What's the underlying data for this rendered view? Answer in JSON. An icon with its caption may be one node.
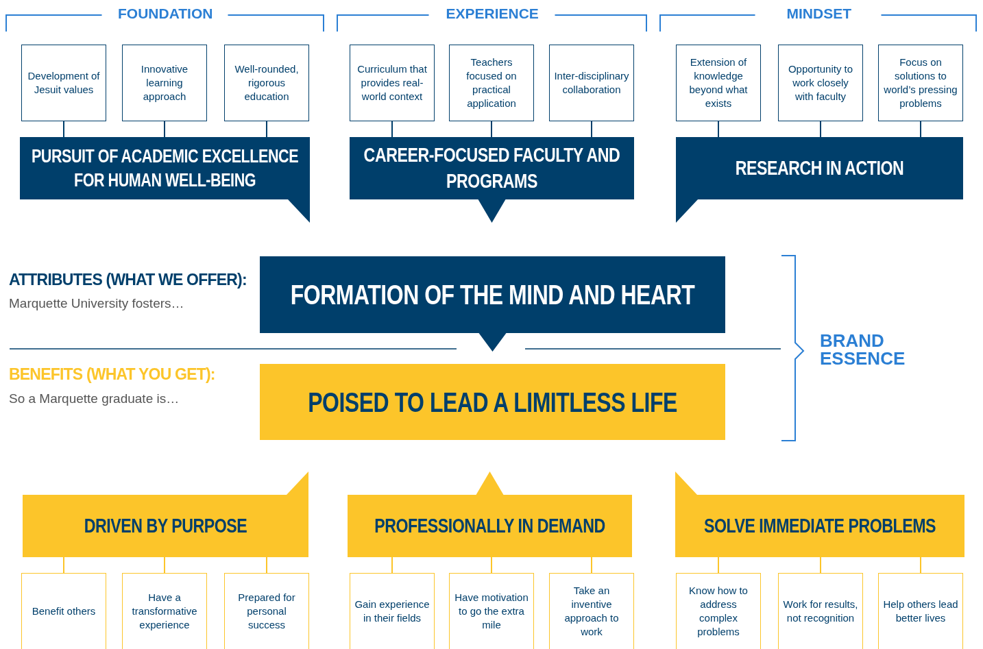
{
  "diagram": {
    "nodes": [
      {
        "text": [
          "Development of Jesuit values"
        ]
      },
      {
        "text": [
          "Innovative learning approach"
        ]
      },
      {
        "text": [
          "Well-rounded, rigorous education"
        ]
      },
      {
        "text": [
          "PURSUIT OF ACADEMIC EXCELLENCE FOR HUMAN WELL-BEING"
        ]
      },
      {
        "text": [
          "Curriculum that provides real-world context"
        ]
      },
      {
        "text": [
          "Teachers focused on practical application"
        ]
      },
      {
        "text": [
          "Inter-disciplinary collaboration"
        ]
      },
      {
        "text": [
          "CAREER-FOCUSED FACULTY AND PROGRAMS"
        ]
      },
      {
        "text": [
          "Extension of knowledge beyond what exists"
        ]
      },
      {
        "text": [
          "Opportunity to work closely with faculty"
        ]
      },
      {
        "text": [
          "Focus on solutions to world’s pressing problems"
        ]
      },
      {
        "text": [
          "RESEARCH IN ACTION"
        ]
      },
      {
        "text": [
          "FORMATION OF THE MIND AND HEART"
        ]
      },
      {
        "text": [
          "POISED TO LEAD A LIMITLESS LIFE"
        ]
      },
      {
        "text": [
          "DRIVEN BY PURPOSE"
        ]
      },
      {
        "text": [
          "Benefit others"
        ]
      },
      {
        "text": [
          "Have a transformative experience"
        ]
      },
      {
        "text": [
          "Prepared for personal success"
        ]
      },
      {
        "text": [
          "PROFESSIONALLY IN DEMAND"
        ]
      },
      {
        "text": [
          "Gain experience in their fields"
        ]
      },
      {
        "text": [
          "Have motivation to go the extra mile"
        ]
      },
      {
        "text": [
          "Take an inventive approach to work"
        ]
      },
      {
        "text": [
          "SOLVE IMMEDIATE PROBLEMS"
        ]
      },
      {
        "text": [
          "Know how to address complex problems"
        ]
      },
      {
        "text": [
          "Work for results, not recognition"
        ]
      },
      {
        "text": [
          "Help others lead better lives"
        ]
      }
    ],
    "edges": [
      {
        "from": 0,
        "to": 3,
        "arrow": "none"
      },
      {
        "from": 1,
        "to": 3,
        "arrow": "none"
      },
      {
        "from": 2,
        "to": 3,
        "arrow": "none"
      },
      {
        "from": 4,
        "to": 7,
        "arrow": "none"
      },
      {
        "from": 5,
        "to": 7,
        "arrow": "none"
      },
      {
        "from": 6,
        "to": 7,
        "arrow": "none"
      },
      {
        "from": 8,
        "to": 11,
        "arrow": "none"
      },
      {
        "from": 9,
        "to": 11,
        "arrow": "none"
      },
      {
        "from": 10,
        "to": 11,
        "arrow": "none"
      },
      {
        "from": 14,
        "to": 15,
        "arrow": "none",
        "color": "#fcc52a"
      },
      {
        "from": 14,
        "to": 16,
        "arrow": "none",
        "color": "#fcc52a"
      },
      {
        "from": 14,
        "to": 17,
        "arrow": "none",
        "color": "#fcc52a"
      },
      {
        "from": 18,
        "to": 19,
        "arrow": "none",
        "color": "#fcc52a"
      },
      {
        "from": 18,
        "to": 20,
        "arrow": "none",
        "color": "#fcc52a"
      },
      {
        "from": 18,
        "to": 21,
        "arrow": "none",
        "color": "#fcc52a"
      },
      {
        "from": 22,
        "to": 23,
        "arrow": "none",
        "color": "#fcc52a"
      },
      {
        "from": 22,
        "to": 24,
        "arrow": "none",
        "color": "#fcc52a"
      },
      {
        "from": 22,
        "to": 25,
        "arrow": "none",
        "color": "#fcc52a"
      }
    ],
    "labels": [
      "FOUNDATION",
      "EXPERIENCE",
      "MINDSET",
      "ATTRIBUTES (WHAT WE OFFER):",
      "Marquette University fosters…",
      "BENEFITS (WHAT YOU GET):",
      "So a Marquette graduate is…",
      "BRAND ESSENCE"
    ]
  }
}
